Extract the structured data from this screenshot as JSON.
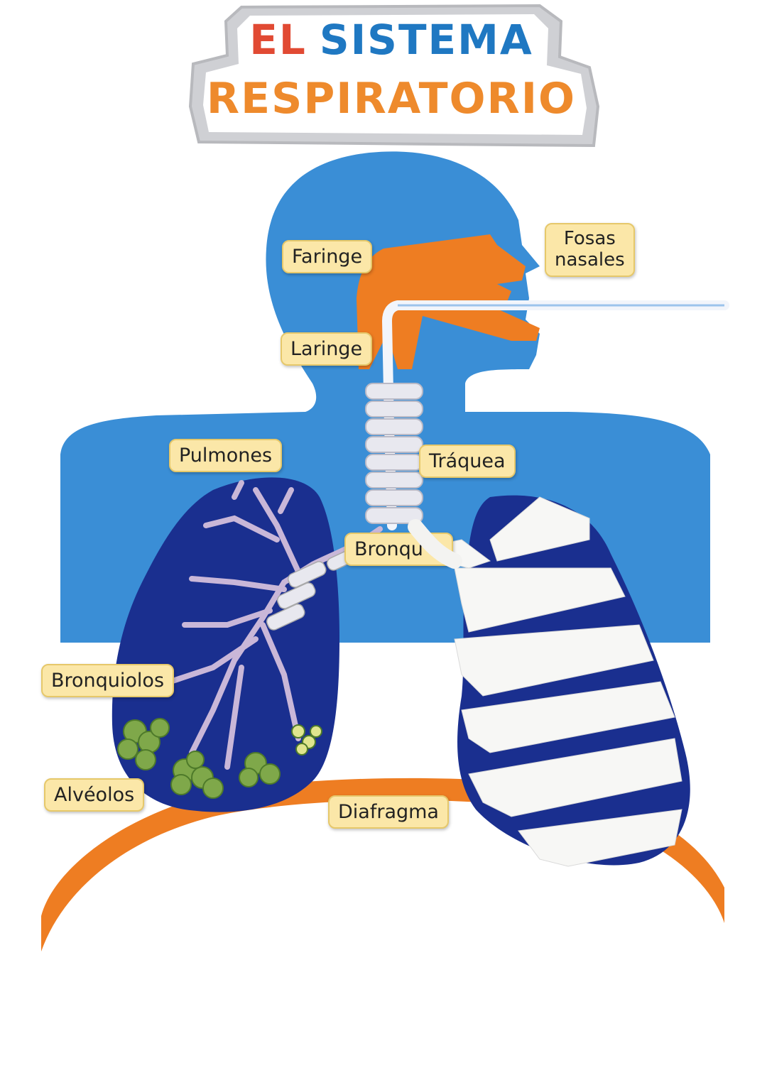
{
  "title": {
    "word_el": "EL",
    "word_sistema": "SISTEMA",
    "word_respiratorio": "RESPIRATORIO"
  },
  "labels": {
    "faringe": "Faringe",
    "fosas_nasales": "Fosas\nnasales",
    "laringe": "Laringe",
    "pulmones": "Pulmones",
    "traquea": "Tráquea",
    "bronquios": "Bronqu",
    "bronquiolos": "Bronquiolos",
    "alveolos": "Alvéolos",
    "diafragma": "Diafragma"
  },
  "colors": {
    "body_blue": "#3a8ed6",
    "lung_navy": "#1a2f8f",
    "airway_orange": "#ee7d22",
    "label_fill": "#fbe7a8",
    "title_red": "#e14a33",
    "title_blue": "#1f78c2",
    "title_orange": "#ee8a2c"
  }
}
